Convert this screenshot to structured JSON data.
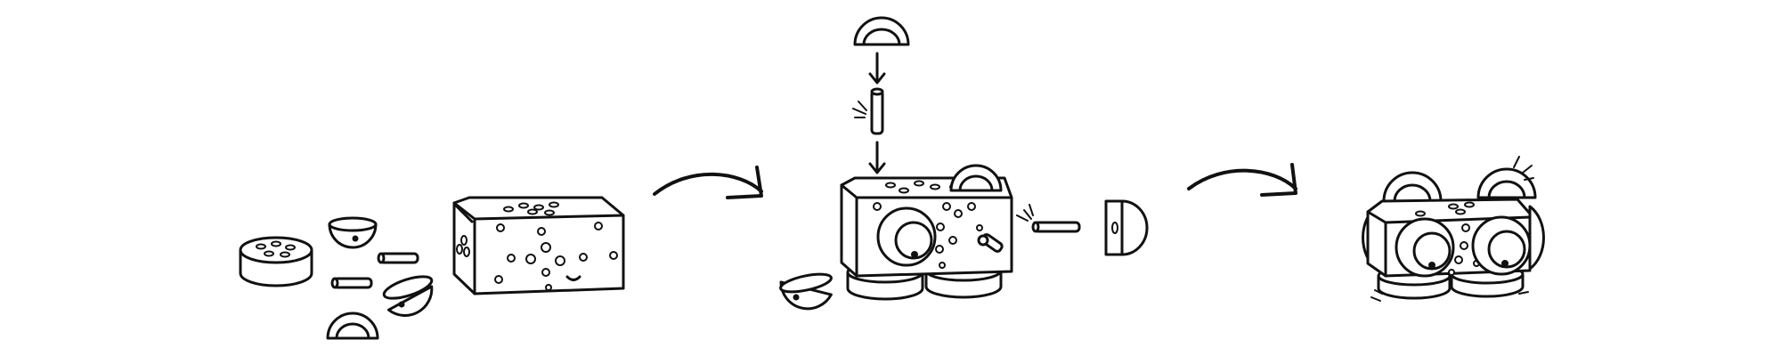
{
  "illustration": {
    "background": "#ffffff",
    "line_color": "#111111",
    "steps": [
      {
        "name": "parts",
        "items": [
          "flat-disc",
          "half-dome",
          "half-dome",
          "half-dome",
          "peg",
          "peg",
          "sponge-block"
        ]
      },
      {
        "name": "assembly",
        "items": [
          "half-dome",
          "peg",
          "block-body",
          "eye",
          "eye",
          "half-dome",
          "peg"
        ]
      },
      {
        "name": "finished",
        "items": [
          "character"
        ]
      }
    ],
    "arrows": [
      "curved-arrow",
      "curved-arrow"
    ]
  }
}
